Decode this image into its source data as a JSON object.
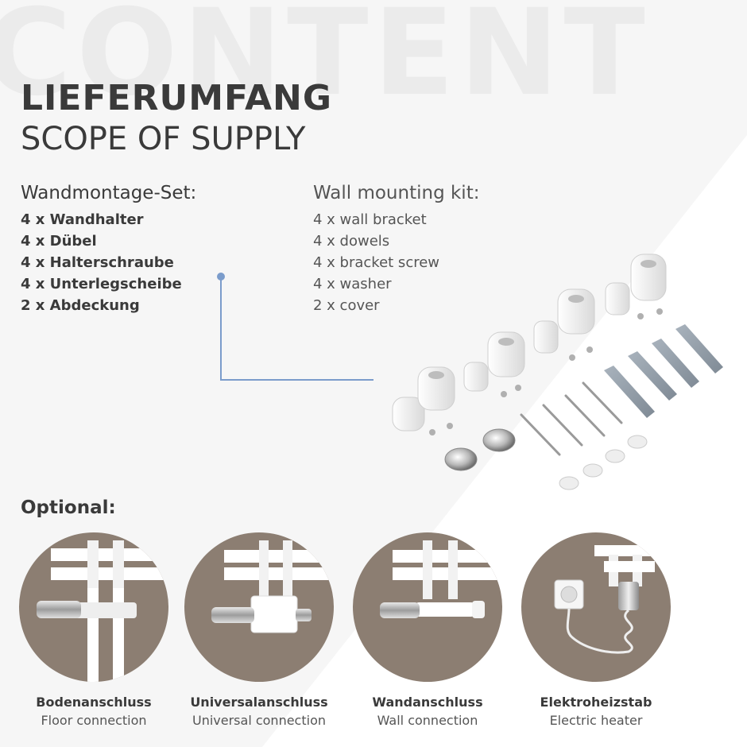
{
  "watermark": "CONTENT",
  "title": {
    "de": "LIEFERUMFANG",
    "en": "SCOPE OF SUPPLY"
  },
  "kit_de": {
    "heading": "Wandmontage-Set:",
    "items": [
      "4 x Wandhalter",
      "4 x Dübel",
      "4 x Halterschraube",
      "4 x Unterlegscheibe",
      "2 x Abdeckung"
    ]
  },
  "kit_en": {
    "heading": "Wall mounting kit:",
    "items": [
      "4 x wall bracket",
      "4 x dowels",
      "4 x bracket screw",
      "4 x washer",
      "2 x cover"
    ]
  },
  "optional": {
    "heading": "Optional:",
    "items": [
      {
        "de": "Bodenanschluss",
        "en": "Floor connection"
      },
      {
        "de": "Universalanschluss",
        "en": "Universal connection"
      },
      {
        "de": "Wandanschluss",
        "en": "Wall connection"
      },
      {
        "de": "Elektroheizstab",
        "en": "Electric heater"
      }
    ]
  },
  "colors": {
    "accent": "#7b9ccb",
    "circle_bg": "#8c7e72",
    "text": "#3a3a3a"
  }
}
